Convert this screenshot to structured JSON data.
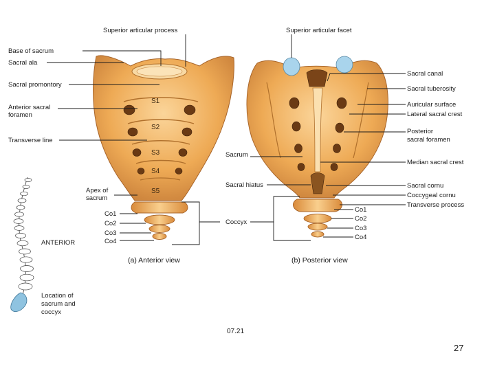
{
  "anterior": {
    "view_caption": "(a) Anterior view",
    "labels": {
      "superior_articular_process": "Superior articular process",
      "base_of_sacrum": "Base of sacrum",
      "sacral_ala": "Sacral ala",
      "sacral_promontory": "Sacral promontory",
      "anterior_sacral_foramen_1": "Anterior sacral",
      "anterior_sacral_foramen_2": "foramen",
      "transverse_line": "Transverse line",
      "apex_of_sacrum_1": "Apex of",
      "apex_of_sacrum_2": "sacrum",
      "co1": "Co1",
      "co2": "Co2",
      "co3": "Co3",
      "co4": "Co4"
    },
    "segments": [
      "S1",
      "S2",
      "S3",
      "S4",
      "S5"
    ]
  },
  "middle": {
    "sacrum": "Sacrum",
    "sacral_hiatus": "Sacral hiatus",
    "coccyx": "Coccyx"
  },
  "posterior": {
    "view_caption": "(b) Posterior view",
    "labels": {
      "superior_articular_facet": "Superior articular facet",
      "sacral_canal": "Sacral canal",
      "sacral_tuberosity": "Sacral tuberosity",
      "auricular_surface": "Auricular surface",
      "lateral_sacral_crest": "Lateral sacral crest",
      "posterior_sacral_foramen_1": "Posterior",
      "posterior_sacral_foramen_2": "sacral foramen",
      "median_sacral_crest": "Median sacral crest",
      "sacral_cornu": "Sacral cornu",
      "coccygeal_cornu": "Coccygeal cornu",
      "transverse_process": "Transverse process",
      "co1": "Co1",
      "co2": "Co2",
      "co3": "Co3",
      "co4": "Co4"
    }
  },
  "inset": {
    "orientation": "ANTERIOR",
    "location_1": "Location of",
    "location_2": "sacrum and",
    "location_3": "coccyx"
  },
  "figure_number": "07.21",
  "page_number": "27",
  "colors": {
    "bone_light": "#f6c47a",
    "bone_mid": "#e8a04a",
    "bone_dark": "#b8702a",
    "facet_blue": "#a9d4ec",
    "highlight_blue": "#8fc3e0"
  }
}
